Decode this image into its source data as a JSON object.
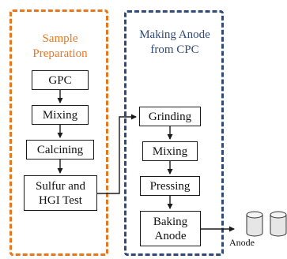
{
  "colors": {
    "sample_border": "#e8761e",
    "sample_title": "#e8761e",
    "anode_border": "#2f4a78",
    "anode_title": "#2f4a78",
    "box_border": "#1a1a1a",
    "text": "#111111",
    "cylinder_fill": "#e6e6e6"
  },
  "groups": {
    "sample": {
      "title": "Sample\nPreparation"
    },
    "anode": {
      "title": "Making Anode\nfrom CPC"
    }
  },
  "sample_steps": [
    "GPC",
    "Mixing",
    "Calcining",
    "Sulfur and\nHGI Test"
  ],
  "anode_steps": [
    "Grinding",
    "Mixing",
    "Pressing",
    "Baking\nAnode"
  ],
  "output": {
    "label": "Anode",
    "icon": "cylinder-icon"
  }
}
